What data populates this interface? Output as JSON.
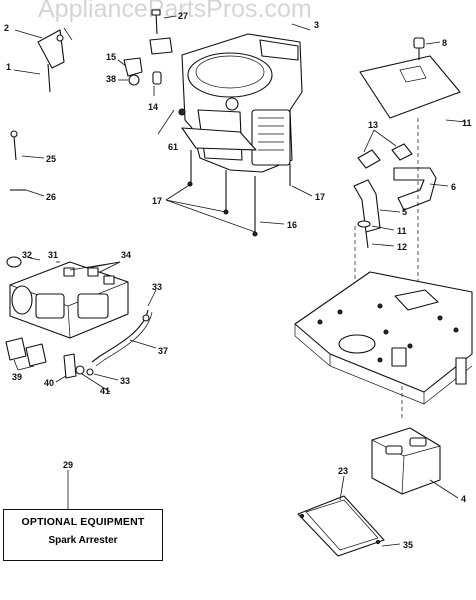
{
  "watermark": "AppliancePartsPros.com",
  "callouts": [
    "1",
    "2",
    "3",
    "4",
    "5",
    "6",
    "8",
    "11",
    "11",
    "12",
    "13",
    "14",
    "15",
    "16",
    "17",
    "17",
    "23",
    "25",
    "26",
    "27",
    "29",
    "31",
    "32",
    "33",
    "33",
    "34",
    "35",
    "37",
    "38",
    "39",
    "40",
    "41",
    "61"
  ],
  "optional_equipment": {
    "title": "OPTIONAL EQUIPMENT",
    "item": "Spark Arrester"
  }
}
